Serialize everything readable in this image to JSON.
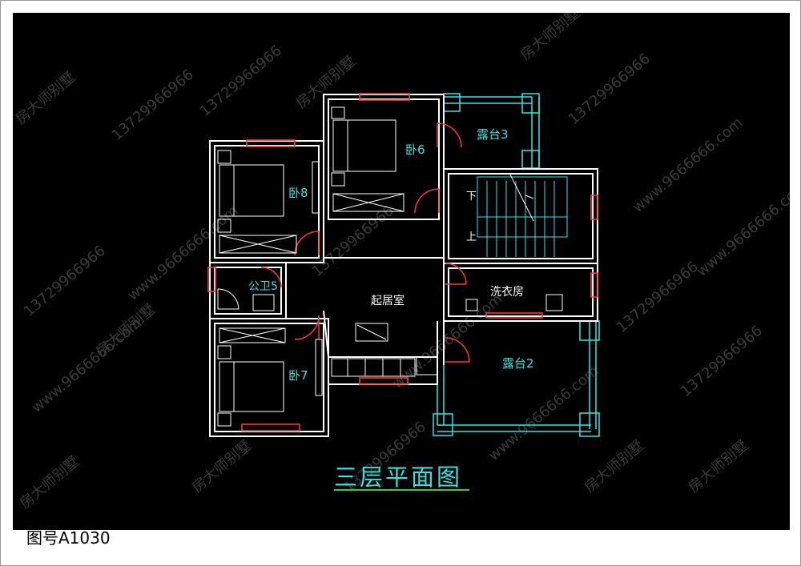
{
  "drawing": {
    "title": "三层平面图",
    "number": "图号A1030",
    "rooms": {
      "bedroom_6": "卧6",
      "bedroom_7": "卧7",
      "bedroom_8": "卧8",
      "bathroom_5": "公卫5",
      "living_room": "起居室",
      "laundry": "洗衣房",
      "terrace_2": "露台2",
      "terrace_3": "露台3"
    },
    "stairs": {
      "down": "下",
      "up": "上"
    },
    "watermarks": [
      "房大师别墅",
      "13729966966",
      "www.9666666.com"
    ],
    "colors": {
      "background": "#000000",
      "walls": "#ffffff",
      "windows": "#ff3333",
      "labels": "#33e1e1",
      "terrace": "#2ee6e6",
      "title_underline": "#33cc33"
    }
  }
}
